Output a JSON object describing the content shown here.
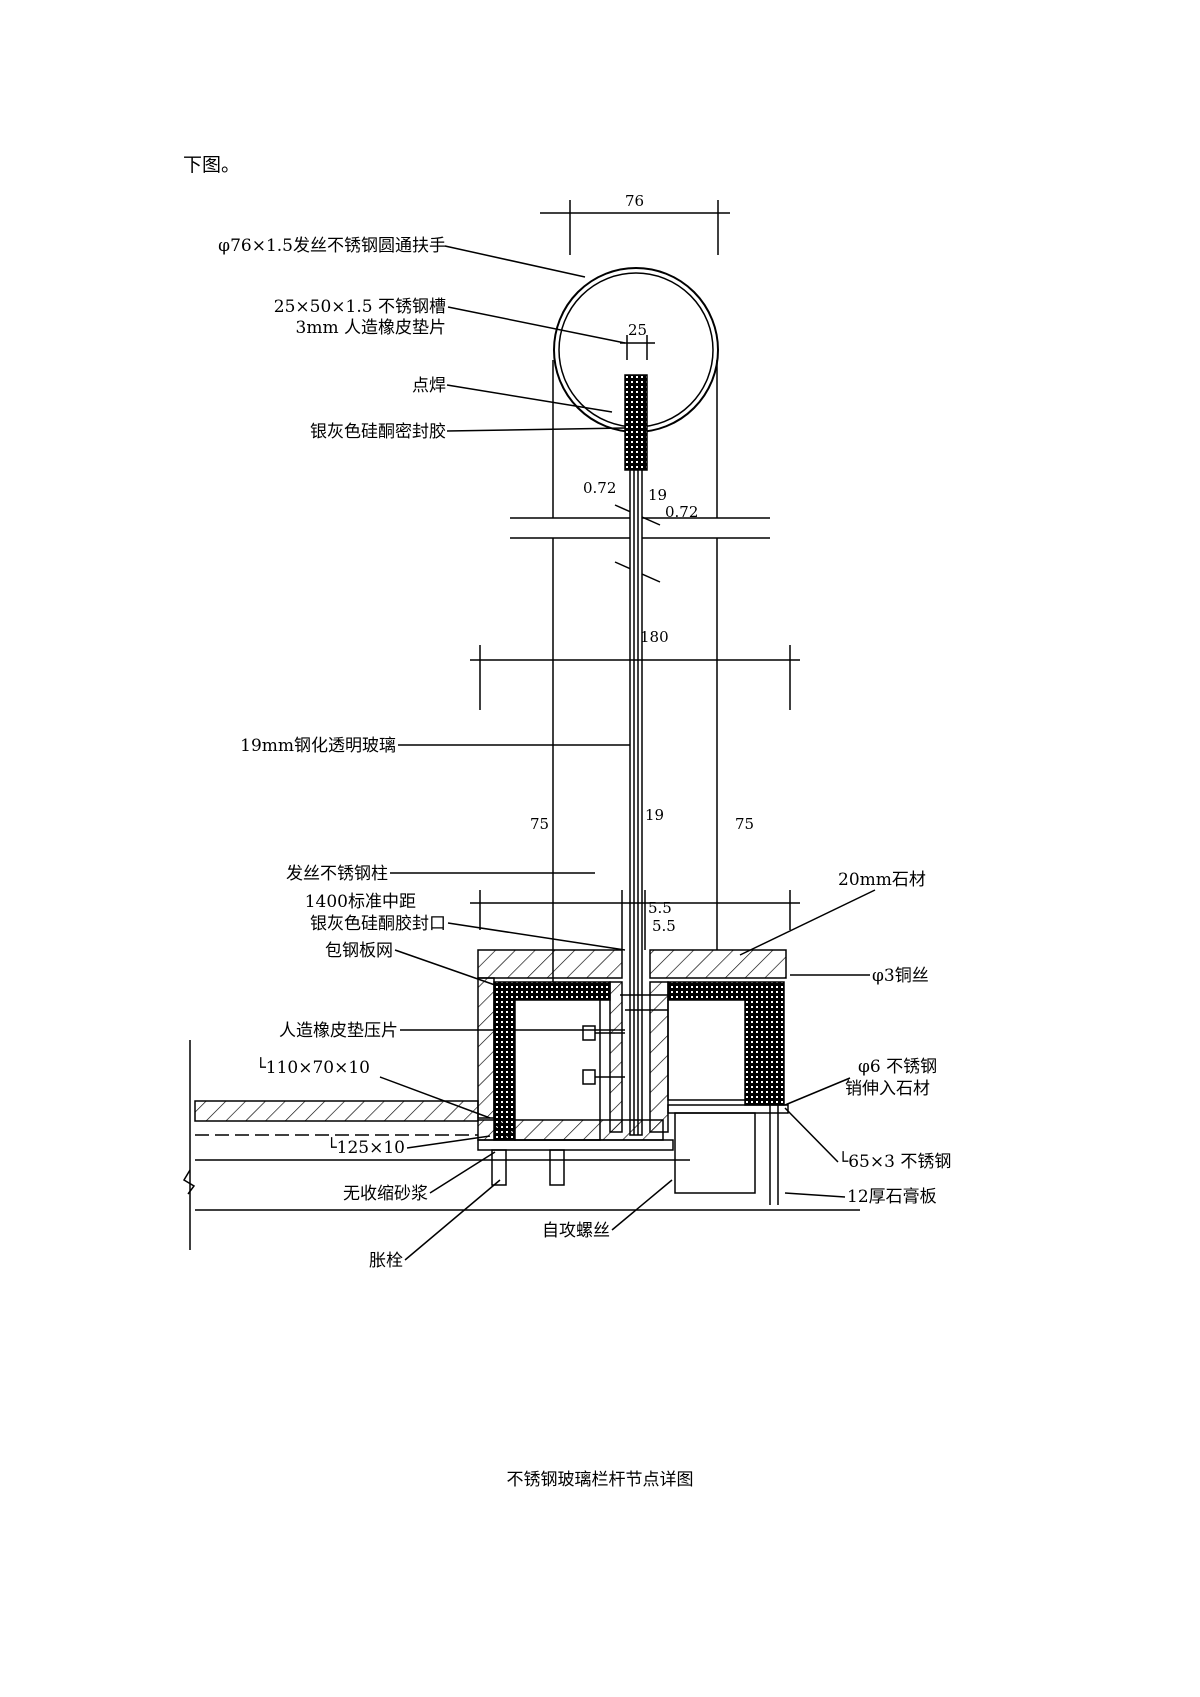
{
  "intro_text": "下图。",
  "caption": "不锈钢玻璃栏杆节点详图",
  "labels": {
    "handrail": "φ76×1.5发丝不锈钢圆通扶手",
    "channel": "25×50×1.5 不锈钢槽",
    "gasket": "3mm 人造橡皮垫片",
    "spot_weld": "点焊",
    "sealant": "银灰色硅酮密封胶",
    "glass": "19mm钢化透明玻璃",
    "post": "发丝不锈钢柱",
    "spacing": "1400标准中距",
    "seal_mouth": "银灰色硅酮胶封口",
    "mesh": "包钢板网",
    "rubber_press": "人造橡皮垫压片",
    "angle_110": "└110×70×10",
    "angle_125": "└125×10",
    "grout": "无收缩砂浆",
    "anchor": "胀栓",
    "stone": "20mm石材",
    "copper_wire": "φ3铜丝",
    "pin_line1": "φ6 不锈钢",
    "pin_line2": "销伸入石材",
    "angle_65": "└65×3 不锈钢",
    "gypsum": "12厚石膏板",
    "screw": "自攻螺丝"
  },
  "dimensions": {
    "d76": "76",
    "d25": "25",
    "d072a": "0.72",
    "d19a": "19",
    "d072b": "0.72",
    "d180": "180",
    "d75a": "75",
    "d19b": "19",
    "d75b": "75",
    "d55a": "5.5",
    "d55b": "5.5"
  }
}
